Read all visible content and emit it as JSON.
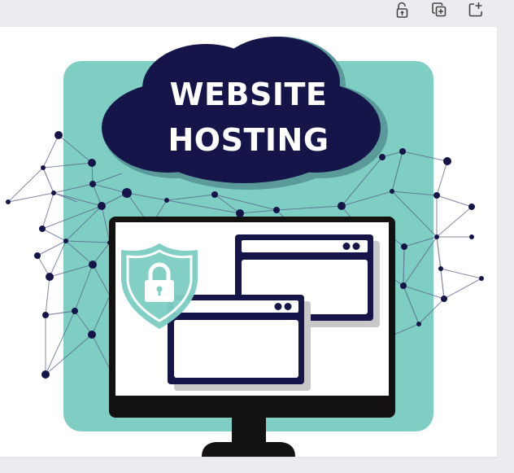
{
  "toolbar": {
    "buttons": [
      {
        "name": "lock-button",
        "icon": "unlock-icon"
      },
      {
        "name": "duplicate-page-button",
        "icon": "duplicate-icon"
      },
      {
        "name": "add-page-button",
        "icon": "add-page-icon"
      }
    ]
  },
  "design": {
    "title_line1": "WEBSITE",
    "title_line2": "HOSTING",
    "colors": {
      "teal": "#7ecec3",
      "navy": "#15154a",
      "cloud_shadow": "#5a9a9a",
      "monitor": "#141210",
      "window_shadow": "#c8c8c8",
      "background": "#ebecf0",
      "page": "#ffffff"
    }
  }
}
